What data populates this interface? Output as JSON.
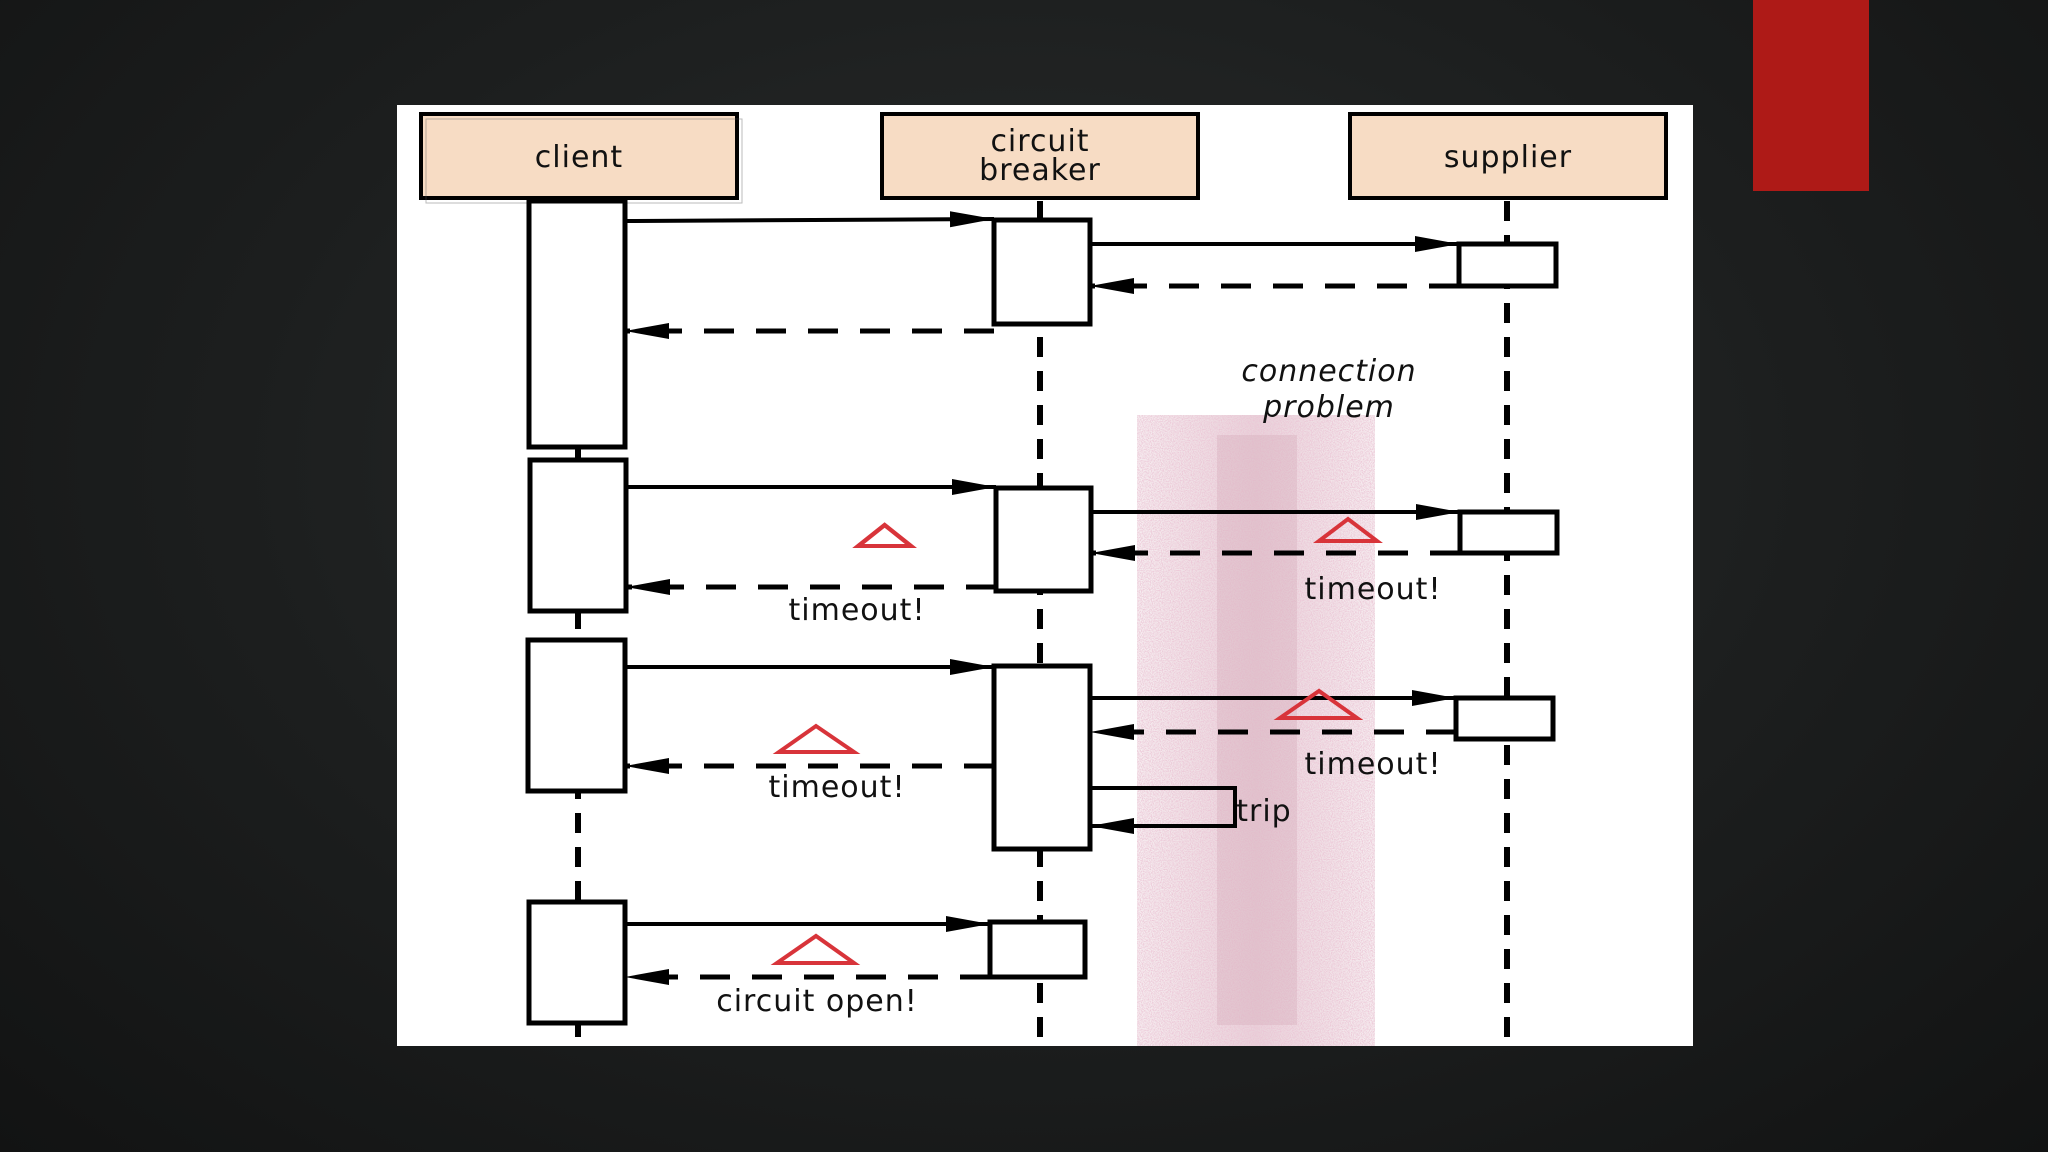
{
  "diagram": {
    "participants": [
      {
        "id": "client",
        "lines": [
          "client"
        ]
      },
      {
        "id": "circuit-breaker",
        "lines": [
          "circuit",
          "breaker"
        ]
      },
      {
        "id": "supplier",
        "lines": [
          "supplier"
        ]
      }
    ],
    "note": {
      "lines": [
        "connection",
        "problem"
      ]
    },
    "labels": {
      "timeout": "timeout!",
      "trip": "trip",
      "circuit_open": "circuit open!"
    },
    "colors": {
      "participant_fill": "#f7dcc4",
      "warning": "#d8343a",
      "problem_zone": "#d4a9b8",
      "accent": "#ae1a17"
    },
    "icons": {
      "warning": "warning-triangle-icon"
    }
  }
}
